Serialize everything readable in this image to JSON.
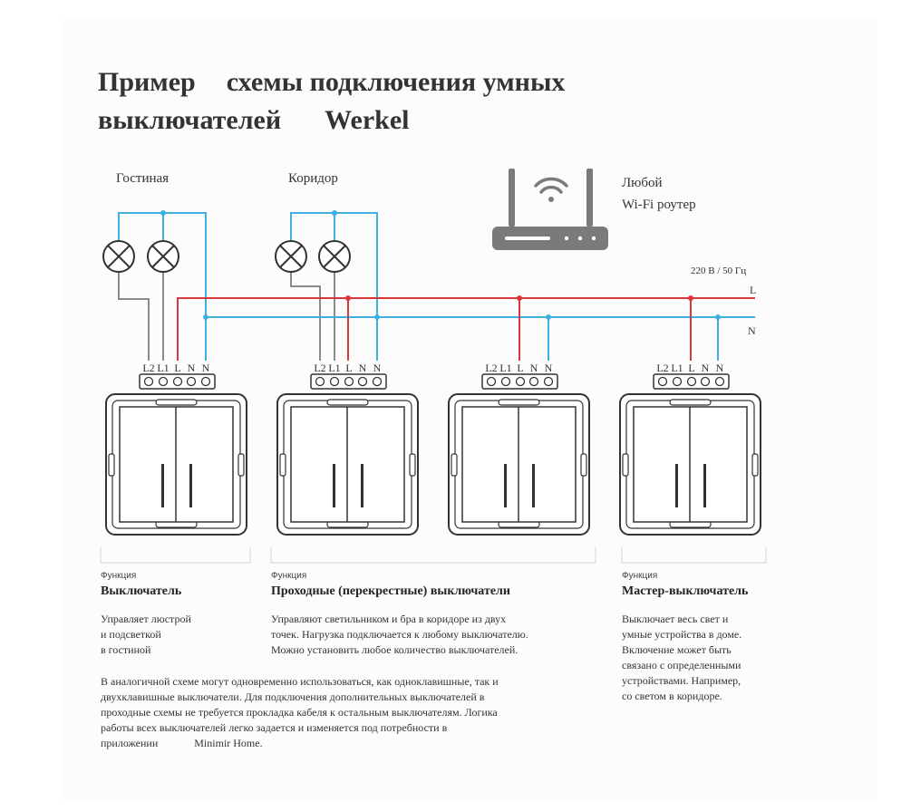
{
  "title": {
    "line1_part1": "Пример",
    "line1_part2": "схемы подключения умных",
    "line2_part1": "выключателей",
    "line2_part2": "Werkel"
  },
  "rooms": {
    "living_room": "Гостиная",
    "corridor": "Коридор"
  },
  "router": {
    "line1": "Любой",
    "line2": "Wi-Fi роутер"
  },
  "power": {
    "voltage": "220 В / 50 Гц",
    "phase": "L",
    "neutral": "N"
  },
  "terminals": [
    "L2",
    "L1",
    "L",
    "N",
    "N"
  ],
  "colors": {
    "phase_wire": "#d9383a",
    "neutral_wire": "#3db0e0",
    "load_wire": "#8a8a8a",
    "router": "#7a7a7a",
    "switch_outline": "#333333"
  },
  "functions": [
    {
      "caption": "Функция",
      "title": "Выключатель",
      "description": "Управляет люстрой\nи подсветкой\nв гостиной"
    },
    {
      "caption": "Функция",
      "title": "Проходные (перекрестные) выключатели",
      "description": "Управляют светильником и бра в коридоре из двух\nточек. Нагрузка подключается к любому выключателю.\nМожно установить любое количество выключателей."
    },
    {
      "caption": "Функция",
      "title": "Мастер-выключатель",
      "description": "Выключает весь свет и\nумные устройства в доме.\nВключение может быть\nсвязано с определенными\nустройствами. Например,\nсо светом в коридоре."
    }
  ],
  "footer": {
    "text": "В аналогичной схеме могут одновременно использоваться, как одноклавишные, так и двухклавишные выключатели. Для подключения дополнительных выключателей в проходные схемы не требуется прокладка кабеля к остальным выключателям. Логика работы всех выключателей легко задается и изменяется под потребности в приложении",
    "app_name": "Minimir Home."
  }
}
